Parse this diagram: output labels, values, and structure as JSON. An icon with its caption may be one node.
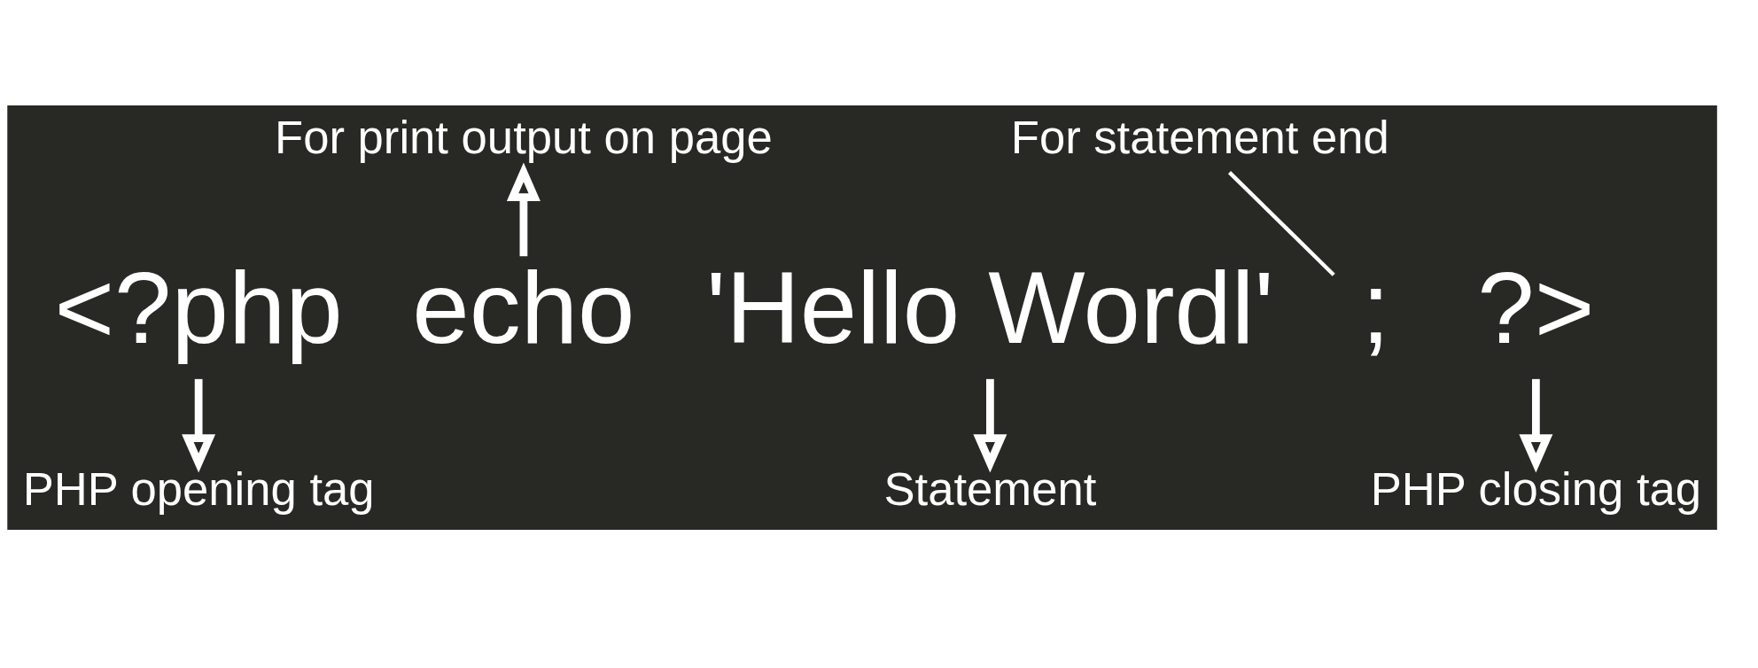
{
  "diagram": {
    "nodes": [
      {
        "text": [
          "For print output on page"
        ]
      },
      {
        "text": [
          "For statement end"
        ]
      },
      {
        "text": [
          "<?php"
        ]
      },
      {
        "text": [
          "echo"
        ]
      },
      {
        "text": [
          "'Hello Wordl'"
        ]
      },
      {
        "text": [
          ";"
        ]
      },
      {
        "text": [
          "?>"
        ]
      },
      {
        "text": [
          "PHP opening tag"
        ]
      },
      {
        "text": [
          "Statement"
        ]
      },
      {
        "text": [
          "PHP closing tag"
        ]
      }
    ],
    "edges": [
      {
        "from": 2,
        "to": 7,
        "arrow": "to"
      },
      {
        "from": 3,
        "to": 0,
        "arrow": "to"
      },
      {
        "from": 4,
        "to": 8,
        "arrow": "to"
      },
      {
        "from": 1,
        "to": 5,
        "arrow": "none"
      },
      {
        "from": 6,
        "to": 9,
        "arrow": "to"
      }
    ]
  }
}
